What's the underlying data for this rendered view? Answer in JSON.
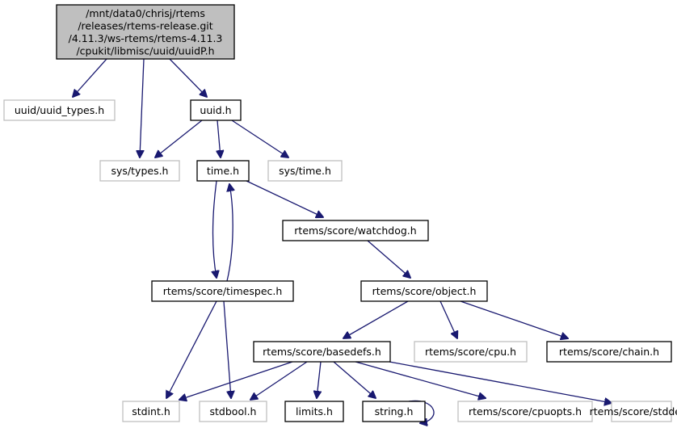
{
  "title": "uuidP.h include dependency graph",
  "colors": {
    "edge": "#191970",
    "root_fill": "#bfbfbf",
    "documented_border": "#000000",
    "undocumented_border": "#bfbfbf"
  },
  "nodes": {
    "root": {
      "lines": [
        "/mnt/data0/chrisj/rtems",
        "/releases/rtems-release.git",
        "/4.11.3/ws-rtems/rtems-4.11.3",
        "/cpukit/libmisc/uuid/uuidP.h"
      ],
      "kind": "root"
    },
    "uuid_types": {
      "label": "uuid/uuid_types.h",
      "kind": "external"
    },
    "uuid": {
      "label": "uuid.h",
      "kind": "documented"
    },
    "sys_types": {
      "label": "sys/types.h",
      "kind": "external"
    },
    "time": {
      "label": "time.h",
      "kind": "documented"
    },
    "sys_time": {
      "label": "sys/time.h",
      "kind": "external"
    },
    "watchdog": {
      "label": "rtems/score/watchdog.h",
      "kind": "documented"
    },
    "timespec": {
      "label": "rtems/score/timespec.h",
      "kind": "documented"
    },
    "object": {
      "label": "rtems/score/object.h",
      "kind": "documented"
    },
    "basedefs": {
      "label": "rtems/score/basedefs.h",
      "kind": "documented"
    },
    "cpu": {
      "label": "rtems/score/cpu.h",
      "kind": "external"
    },
    "chain": {
      "label": "rtems/score/chain.h",
      "kind": "documented"
    },
    "stdint": {
      "label": "stdint.h",
      "kind": "external"
    },
    "stdbool": {
      "label": "stdbool.h",
      "kind": "external"
    },
    "limits": {
      "label": "limits.h",
      "kind": "documented"
    },
    "string": {
      "label": "string.h",
      "kind": "documented"
    },
    "cpuopts": {
      "label": "rtems/score/cpuopts.h",
      "kind": "external"
    },
    "stddef": {
      "label": "rtems/score/stddef.h",
      "kind": "external"
    }
  },
  "edges": [
    [
      "root",
      "uuid_types"
    ],
    [
      "root",
      "sys_types"
    ],
    [
      "root",
      "uuid"
    ],
    [
      "uuid",
      "sys_types"
    ],
    [
      "uuid",
      "time"
    ],
    [
      "uuid",
      "sys_time"
    ],
    [
      "time",
      "timespec"
    ],
    [
      "time",
      "watchdog"
    ],
    [
      "timespec",
      "time"
    ],
    [
      "timespec",
      "stdint"
    ],
    [
      "timespec",
      "stdbool"
    ],
    [
      "watchdog",
      "object"
    ],
    [
      "object",
      "basedefs"
    ],
    [
      "object",
      "cpu"
    ],
    [
      "object",
      "chain"
    ],
    [
      "basedefs",
      "stdint"
    ],
    [
      "basedefs",
      "stdbool"
    ],
    [
      "basedefs",
      "limits"
    ],
    [
      "basedefs",
      "string"
    ],
    [
      "basedefs",
      "cpuopts"
    ],
    [
      "basedefs",
      "stddef"
    ],
    [
      "string",
      "string"
    ]
  ]
}
